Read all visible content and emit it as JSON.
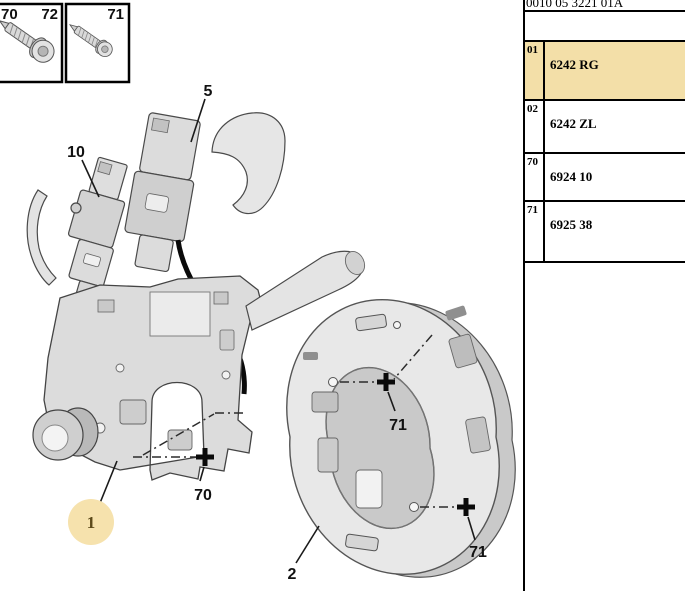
{
  "panel": {
    "header_code": "0010 05 3221 01A",
    "rows": [
      {
        "num": "01",
        "code": "6242 RG",
        "highlighted": true
      },
      {
        "num": "02",
        "code": "6242 ZL",
        "highlighted": false
      },
      {
        "num": "70",
        "code": "6924 10",
        "highlighted": false
      },
      {
        "num": "71",
        "code": "6925 38",
        "highlighted": false
      }
    ]
  },
  "screw_boxes": {
    "box1_left_label": "70",
    "box1_right_label": "72",
    "box2_label": "71"
  },
  "diagram_labels": {
    "stalk_switch": "10",
    "paddle_switch": "5",
    "main_assembly": "1",
    "screw_70": "70",
    "ring_housing": "2",
    "ring_screw_top": "71",
    "ring_screw_bottom": "71"
  },
  "colors": {
    "highlight_row": "#f3dfa8",
    "callout_circle": "#f6e2ad",
    "callout_text": "#5c4a1a"
  }
}
